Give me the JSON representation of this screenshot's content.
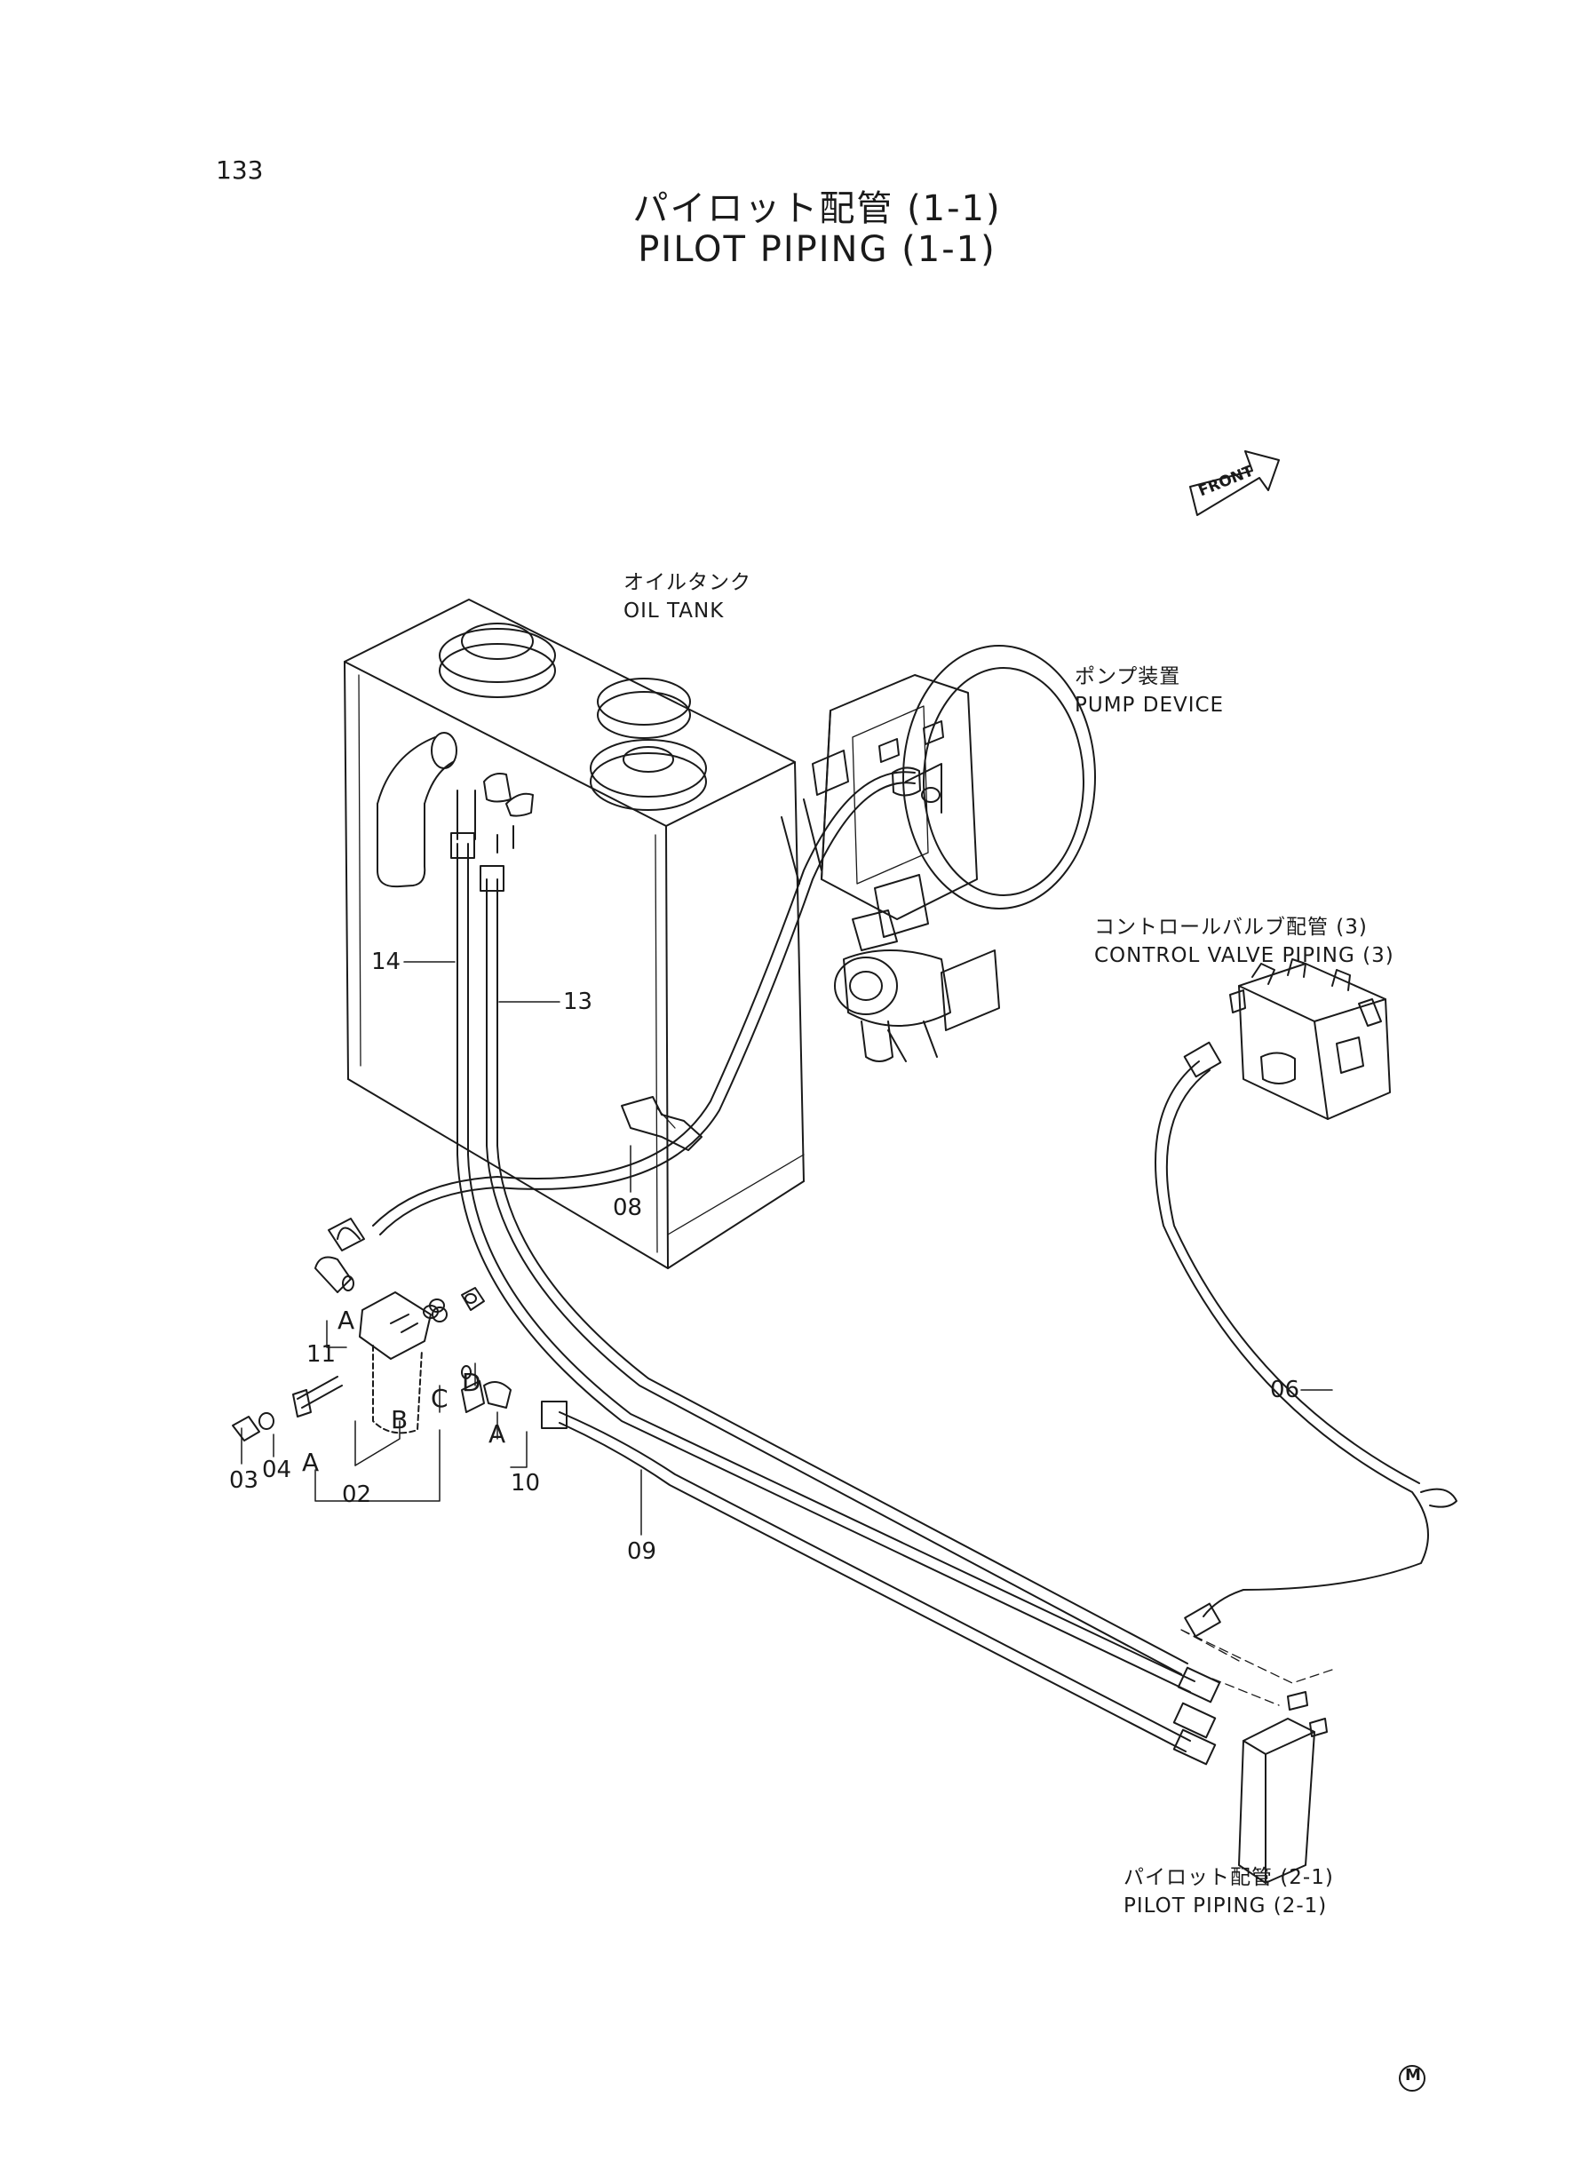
{
  "page": {
    "number": "133",
    "title_jp": "パイロット配管 (1-1)",
    "title_en": "PILOT PIPING (1-1)",
    "front_label": "FRONT",
    "mark": "M"
  },
  "components": {
    "oil_tank": {
      "jp": "オイルタンク",
      "en": "OIL TANK"
    },
    "pump_device": {
      "jp": "ポンプ装置",
      "en": "PUMP DEVICE"
    },
    "control_valve_piping": {
      "jp": "コントロールバルブ配管 (3)",
      "en": "CONTROL VALVE PIPING (3)"
    },
    "pilot_piping_next": {
      "jp": "パイロット配管 (2-1)",
      "en": "PILOT PIPING (2-1)"
    }
  },
  "part_numbers": {
    "p14": "14",
    "p13": "13",
    "p08": "08",
    "p06": "06",
    "p09": "09",
    "p11": "11",
    "p10": "10",
    "p03": "03",
    "p04": "04",
    "p02": "02"
  },
  "detail_letters": {
    "a_upper": "A",
    "a_lower_left": "A",
    "a_lower_right": "A",
    "b": "B",
    "c": "C",
    "d": "D"
  }
}
